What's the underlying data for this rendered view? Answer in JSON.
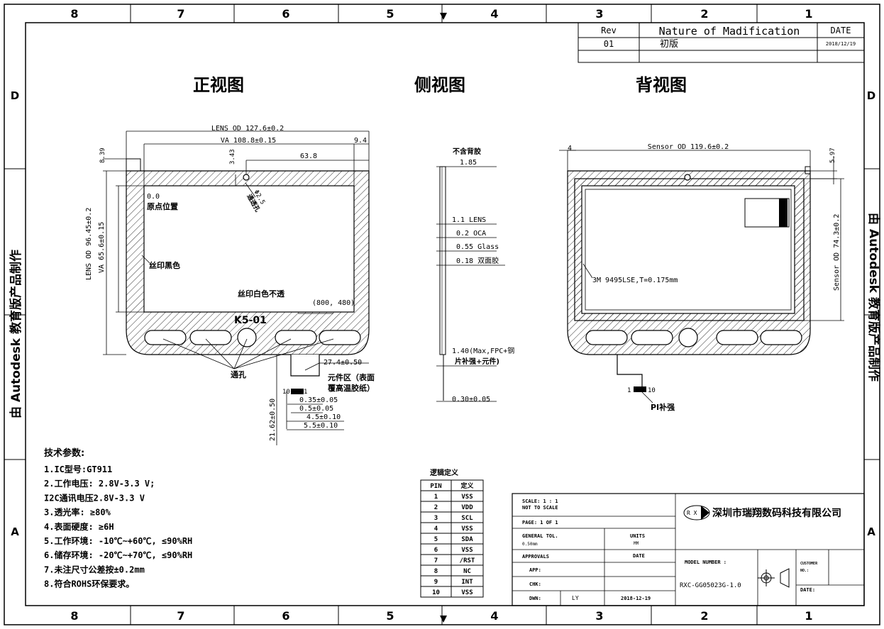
{
  "border": {
    "columns_top": [
      "8",
      "7",
      "6",
      "5",
      "4",
      "3",
      "2",
      "1"
    ],
    "rows_side": [
      "D",
      "A"
    ],
    "watermark": "由 Autodesk 教育版产品制作"
  },
  "revision": {
    "headers": {
      "rev": "Rev",
      "nature": "Nature of Madification",
      "date": "DATE"
    },
    "row": {
      "rev": "01",
      "nature": "初版",
      "date": "2018/12/19"
    }
  },
  "views": {
    "front": "正视图",
    "side": "侧视图",
    "back": "背视图"
  },
  "front": {
    "lens_od_w": "LENS OD 127.6±0.2",
    "va_w": "VA 108.8±0.15",
    "dim_9_4": "9.4",
    "dim_3_43": "3.43",
    "dim_63_8": "63.8",
    "dim_8_39": "8.39",
    "lens_od_h": "LENS OD 96.45±0.2",
    "va_h": "VA 65.6±0.15",
    "origin": "0.0",
    "origin_note": "原点位置",
    "hole_dia": "Φ2.5",
    "hole_note": "通透孔",
    "print_black": "丝印黑色",
    "print_white": "丝印白色不透",
    "resolution": "(800, 480)",
    "model_mark": "K5-01",
    "through_holes": "通孔",
    "fpc_dim": "27.4±0.50",
    "component_zone": "元件区（表面",
    "component_zone2": "覆高温胶纸）",
    "pin10": "10",
    "pin1": "1",
    "fpc_len": "21.62±0.50",
    "d035": "0.35±0.05",
    "d05": "0.5±0.05",
    "d45": "4.5±0.10",
    "d55": "5.5±0.10"
  },
  "side": {
    "no_back_glue": "不含背胶",
    "t185": "1.85",
    "lens": "1.1 LENS",
    "oca": "0.2 OCA",
    "glass": "0.55 Glass",
    "tape": "0.18  双面胶",
    "fpc_max": "1.40(Max,FPC+钢",
    "fpc_max2": "片补强+元件)",
    "fpc_t": "0.30±0.05"
  },
  "back": {
    "dim_4": "4",
    "sensor_w": "Sensor OD 119.6±0.2",
    "dim_5_97": "5.97",
    "sensor_h": "Sensor OD 74.3±0.2",
    "tape_note": "3M 9495LSE,T=0.175mm",
    "pin1": "1",
    "pin10": "10",
    "pi": "PI补强"
  },
  "specs": {
    "title": "技术参数:",
    "items": [
      "1.IC型号:GT911",
      "2.工作电压: 2.8V-3.3 V;",
      "  I2C通讯电压2.8V-3.3 V",
      "3.透光率: ≥80%",
      "4.表面硬度: ≥6H",
      "5.工作环境: -10℃~+60℃, ≤90%RH",
      "6.储存环境: -20℃~+70℃, ≤90%RH",
      "7.未注尺寸公差按±0.2mm",
      "8.符合ROHS环保要求。"
    ]
  },
  "pin_table": {
    "title": "逻辑定义",
    "headers": [
      "PIN",
      "定义"
    ],
    "rows": [
      [
        "1",
        "VSS"
      ],
      [
        "2",
        "VDD"
      ],
      [
        "3",
        "SCL"
      ],
      [
        "4",
        "VSS"
      ],
      [
        "5",
        "SDA"
      ],
      [
        "6",
        "VSS"
      ],
      [
        "7",
        "/RST"
      ],
      [
        "8",
        "NC"
      ],
      [
        "9",
        "INT"
      ],
      [
        "10",
        "VSS"
      ]
    ]
  },
  "title_block": {
    "scale": "SCALE: 1 : 1",
    "not_to_scale": "NOT TO SCALE",
    "page": "PAGE:  1 OF 1",
    "tol": "GENERAL TOL.",
    "tol_val": "0.50mm",
    "units": "UNITS",
    "units_val": "MM",
    "approvals": "APPROVALS",
    "date": "DATE",
    "app": "APP:",
    "chk": "CHK:",
    "dwn": "DWN:",
    "dwn_name": "LY",
    "dwn_date": "2018-12-19",
    "company": "深圳市瑞翔数码科技有限公司",
    "logo": "R X",
    "model_label": "MODEL NUMBER :",
    "model": "RXC-GG05023G-1.0",
    "customer": "CUSTOMER",
    "customer_no": "NO.:",
    "cust_date": "DATE:"
  },
  "colors": {
    "line": "#000000",
    "paper": "#ffffff"
  }
}
